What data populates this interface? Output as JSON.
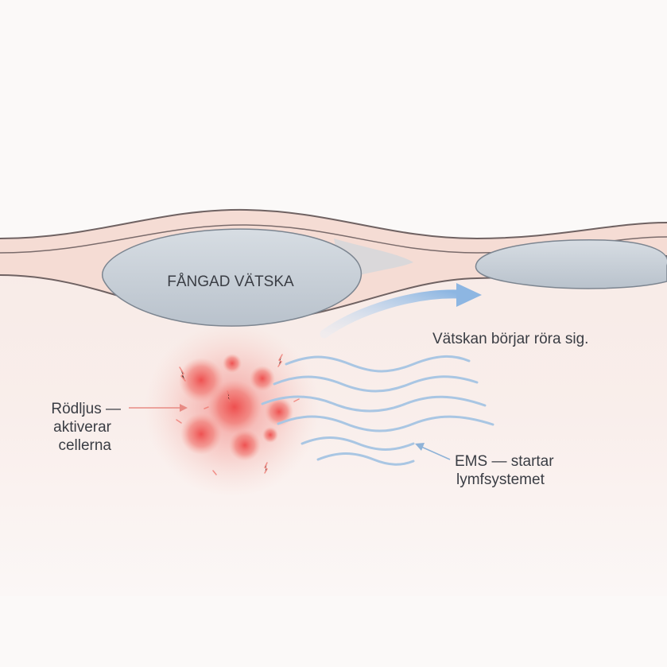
{
  "labels": {
    "trapped_fluid": "FÅNGAD VÄTSKA",
    "fluid_moves": "Vätskan börjar röra sig.",
    "red_light_line1": "Rödljus —",
    "red_light_line2": "aktiverar",
    "red_light_line3": "cellerna",
    "ems_line1": "EMS — startar",
    "ems_line2": "lymfsystemet"
  },
  "colors": {
    "background": "#fbf9f8",
    "skin_layer": "#f5dcd4",
    "skin_outline": "#6f6262",
    "fluid_pocket": "#c9d0d8",
    "wave": "#a9c6e3",
    "arrow": "#9cc0e6",
    "red_light": "#ef5a5a",
    "text": "#3a3d44"
  },
  "icons": {
    "flow_arrow": "curved-arrow-right-icon",
    "red_light": "glowing-red-cells-icon",
    "ems_waves": "wave-lines-icon"
  }
}
